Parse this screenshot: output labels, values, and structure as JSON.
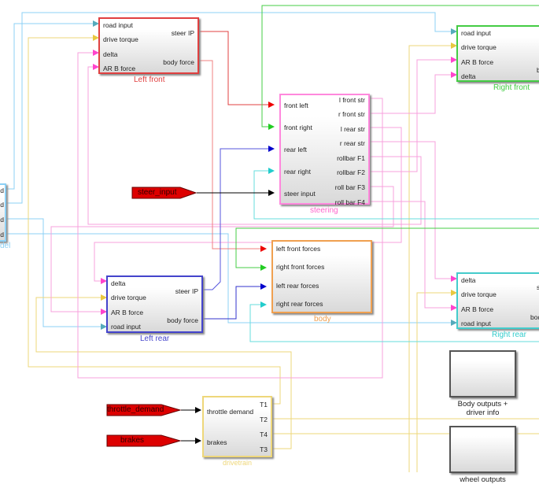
{
  "colors": {
    "left_front": "#e04040",
    "right_front": "#44cc44",
    "steering": "#ff66cc",
    "left_rear": "#3333cc",
    "right_rear": "#33cccc",
    "body": "#f0a050",
    "drivetrain": "#eed77a",
    "road": "#66bbee",
    "tag_fill": "#dd0000"
  },
  "blocks": {
    "left_front": {
      "name": "Left front",
      "inputs": [
        "road input",
        "drive torque",
        "delta",
        "AR B  force"
      ],
      "outputs": [
        "steer IP",
        "body force"
      ]
    },
    "right_front": {
      "name": "Right front",
      "inputs": [
        "road input",
        "drive torque",
        "AR B  force",
        "delta"
      ],
      "outputs": [
        "bo"
      ]
    },
    "steering": {
      "name": "steering",
      "inputs": [
        "front left",
        "front right",
        "rear left",
        "rear right",
        "steer input"
      ],
      "outputs": [
        "l front str",
        "r front str",
        "l rear str",
        "r rear str",
        "rollbar F1",
        "rollbar F2",
        "roll bar F3",
        "roll bar F4"
      ]
    },
    "body": {
      "name": "body",
      "inputs": [
        "left front forces",
        "right front forces",
        "left rear forces",
        "right rear forces"
      ]
    },
    "left_rear": {
      "name": "Left rear",
      "inputs": [
        "delta",
        "drive torque",
        "AR B  force",
        "road input"
      ],
      "outputs": [
        "steer IP",
        "body force"
      ]
    },
    "right_rear": {
      "name": "Right rear",
      "inputs": [
        "delta",
        "drive torque",
        "AR B  force",
        "road input"
      ],
      "outputs": [
        "st",
        "bod"
      ]
    },
    "road_model": {
      "name": "del",
      "outputs": [
        "d",
        "d",
        "d",
        "d"
      ]
    },
    "drivetrain": {
      "name": "drivetrain",
      "inputs": [
        "throttle demand",
        "brakes"
      ],
      "outputs": [
        "T1",
        "T2",
        "T4",
        "T3"
      ]
    },
    "body_outputs": {
      "name_line1": "Body outputs +",
      "name_line2": "driver info"
    },
    "wheel_outputs": {
      "name": "wheel outputs"
    }
  },
  "tags": {
    "steer_input": "steer_input",
    "throttle_demand": "throttle_demand",
    "brakes": "brakes"
  }
}
